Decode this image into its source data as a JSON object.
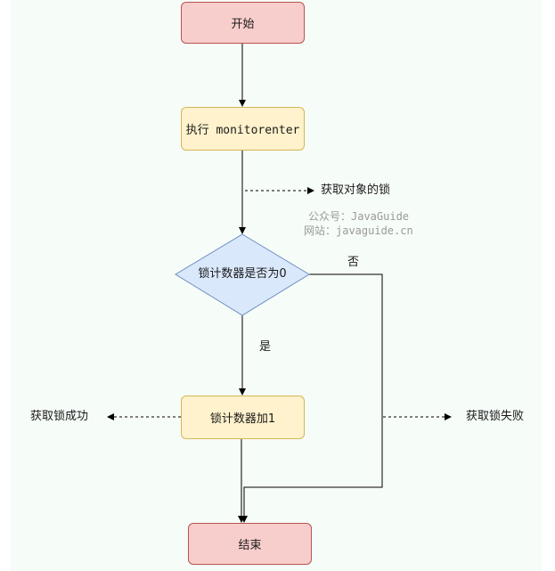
{
  "nodes": {
    "start": "开始",
    "monitorenter": "执行 monitorenter",
    "decision": "锁计数器是否为0",
    "increment": "锁计数器加1",
    "end": "结束"
  },
  "labels": {
    "acquire_object_lock": "获取对象的锁",
    "yes": "是",
    "no": "否",
    "lock_success": "获取锁成功",
    "lock_fail": "获取锁失败"
  },
  "watermark": {
    "line1": "公众号：JavaGuide",
    "line2": "网站：javaguide.cn"
  },
  "colors": {
    "terminal_fill": "#f8cecc",
    "terminal_stroke": "#b85450",
    "process_fill": "#fff2cc",
    "process_stroke": "#d6b656",
    "decision_fill": "#dae8fc",
    "decision_stroke": "#6c8ebf"
  }
}
